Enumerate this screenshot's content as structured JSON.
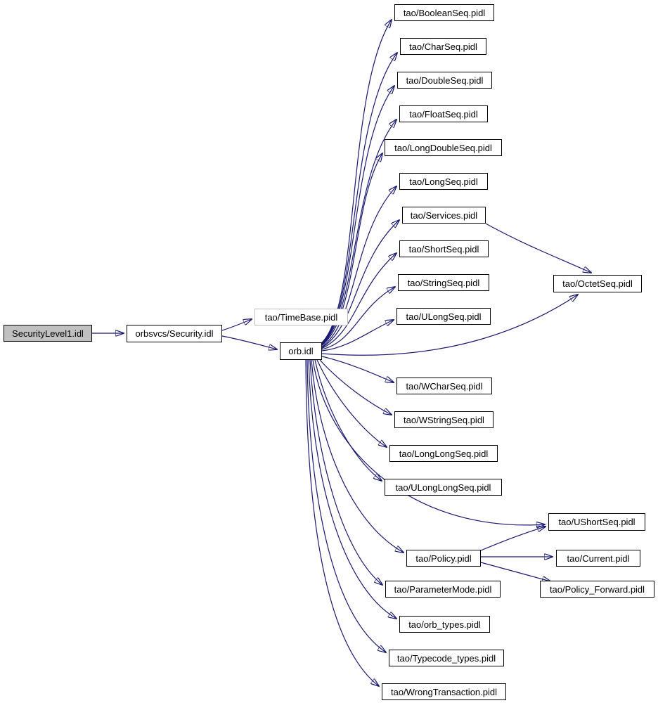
{
  "diagram": {
    "kind": "include-dependency-graph",
    "edge_color": "#191970",
    "node_border_color": "#000000",
    "unlinked_node_border_color": "#bdbdbd",
    "current_node_fill": "#c0c0c0",
    "background_color": "#ffffff"
  },
  "nodes": [
    {
      "id": "securitylevel1",
      "label": "SecurityLevel1.idl"
    },
    {
      "id": "security",
      "label": "orbsvcs/Security.idl"
    },
    {
      "id": "timebase",
      "label": "tao/TimeBase.pidl"
    },
    {
      "id": "orb",
      "label": "orb.idl"
    },
    {
      "id": "booleanseq",
      "label": "tao/BooleanSeq.pidl"
    },
    {
      "id": "charseq",
      "label": "tao/CharSeq.pidl"
    },
    {
      "id": "doubleseq",
      "label": "tao/DoubleSeq.pidl"
    },
    {
      "id": "floatseq",
      "label": "tao/FloatSeq.pidl"
    },
    {
      "id": "longdoubleseq",
      "label": "tao/LongDoubleSeq.pidl"
    },
    {
      "id": "longseq",
      "label": "tao/LongSeq.pidl"
    },
    {
      "id": "services",
      "label": "tao/Services.pidl"
    },
    {
      "id": "shortseq",
      "label": "tao/ShortSeq.pidl"
    },
    {
      "id": "stringseq",
      "label": "tao/StringSeq.pidl"
    },
    {
      "id": "ulongseq",
      "label": "tao/ULongSeq.pidl"
    },
    {
      "id": "octetseq",
      "label": "tao/OctetSeq.pidl"
    },
    {
      "id": "wcharseq",
      "label": "tao/WCharSeq.pidl"
    },
    {
      "id": "wstringseq",
      "label": "tao/WStringSeq.pidl"
    },
    {
      "id": "longlongseq",
      "label": "tao/LongLongSeq.pidl"
    },
    {
      "id": "ulonglongseq",
      "label": "tao/ULongLongSeq.pidl"
    },
    {
      "id": "ushortseq",
      "label": "tao/UShortSeq.pidl"
    },
    {
      "id": "policy",
      "label": "tao/Policy.pidl"
    },
    {
      "id": "current",
      "label": "tao/Current.pidl"
    },
    {
      "id": "parametermode",
      "label": "tao/ParameterMode.pidl"
    },
    {
      "id": "policyforward",
      "label": "tao/Policy_Forward.pidl"
    },
    {
      "id": "orbtypes",
      "label": "tao/orb_types.pidl"
    },
    {
      "id": "typecodetypes",
      "label": "tao/Typecode_types.pidl"
    },
    {
      "id": "wrongtransaction",
      "label": "tao/WrongTransaction.pidl"
    }
  ],
  "edges": [
    {
      "from": "securitylevel1",
      "to": "security"
    },
    {
      "from": "security",
      "to": "timebase"
    },
    {
      "from": "security",
      "to": "orb"
    },
    {
      "from": "orb",
      "to": "booleanseq"
    },
    {
      "from": "orb",
      "to": "charseq"
    },
    {
      "from": "orb",
      "to": "doubleseq"
    },
    {
      "from": "orb",
      "to": "floatseq"
    },
    {
      "from": "orb",
      "to": "longdoubleseq"
    },
    {
      "from": "orb",
      "to": "longseq"
    },
    {
      "from": "orb",
      "to": "services"
    },
    {
      "from": "orb",
      "to": "shortseq"
    },
    {
      "from": "orb",
      "to": "stringseq"
    },
    {
      "from": "orb",
      "to": "ulongseq"
    },
    {
      "from": "orb",
      "to": "octetseq"
    },
    {
      "from": "orb",
      "to": "wcharseq"
    },
    {
      "from": "orb",
      "to": "wstringseq"
    },
    {
      "from": "orb",
      "to": "longlongseq"
    },
    {
      "from": "orb",
      "to": "ulonglongseq"
    },
    {
      "from": "orb",
      "to": "ushortseq"
    },
    {
      "from": "orb",
      "to": "policy"
    },
    {
      "from": "orb",
      "to": "parametermode"
    },
    {
      "from": "orb",
      "to": "orbtypes"
    },
    {
      "from": "orb",
      "to": "typecodetypes"
    },
    {
      "from": "orb",
      "to": "wrongtransaction"
    },
    {
      "from": "services",
      "to": "octetseq"
    },
    {
      "from": "policy",
      "to": "ushortseq"
    },
    {
      "from": "policy",
      "to": "current"
    },
    {
      "from": "policy",
      "to": "policyforward"
    }
  ]
}
